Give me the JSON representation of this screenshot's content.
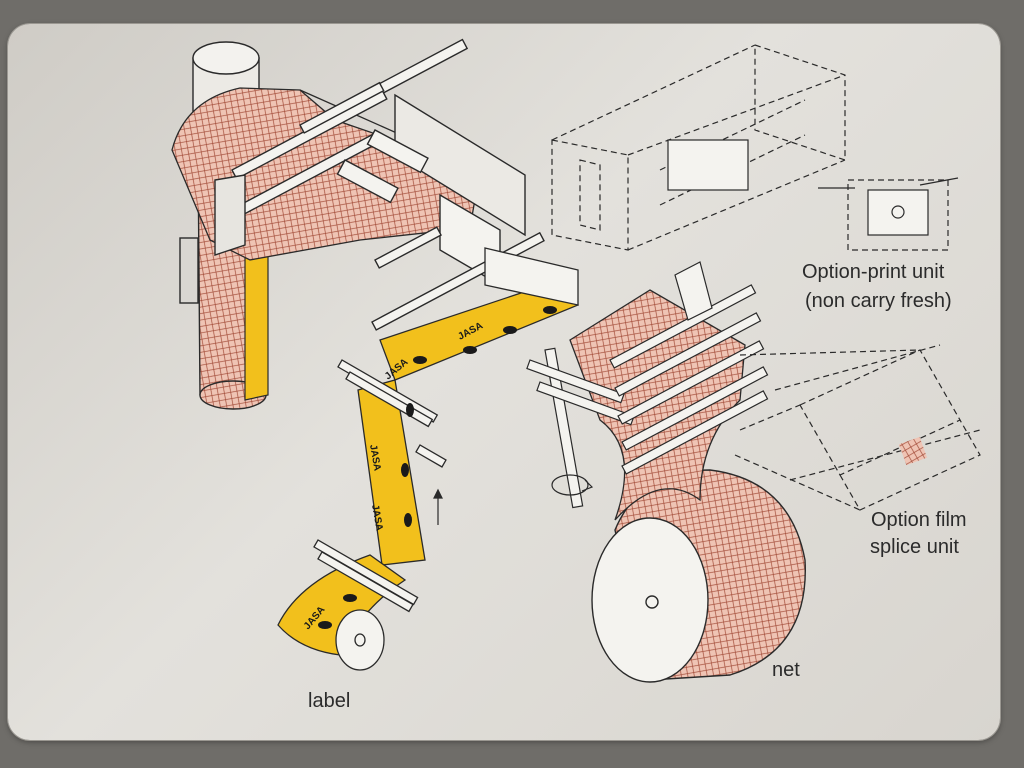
{
  "labels": {
    "print_unit_line1": "Option-print unit",
    "print_unit_line2": "(non carry fresh)",
    "splice_line1": "Option film",
    "splice_line2": "splice unit",
    "net": "net",
    "label": "label",
    "brand_mark": "JASA"
  },
  "colors": {
    "plate": "#e3e1dc",
    "line": "#2a2a2a",
    "net_fill": "#efc4b4",
    "net_mesh": "#a24b38",
    "label_yellow": "#f2c01c",
    "mark_black": "#1a1a1a"
  }
}
